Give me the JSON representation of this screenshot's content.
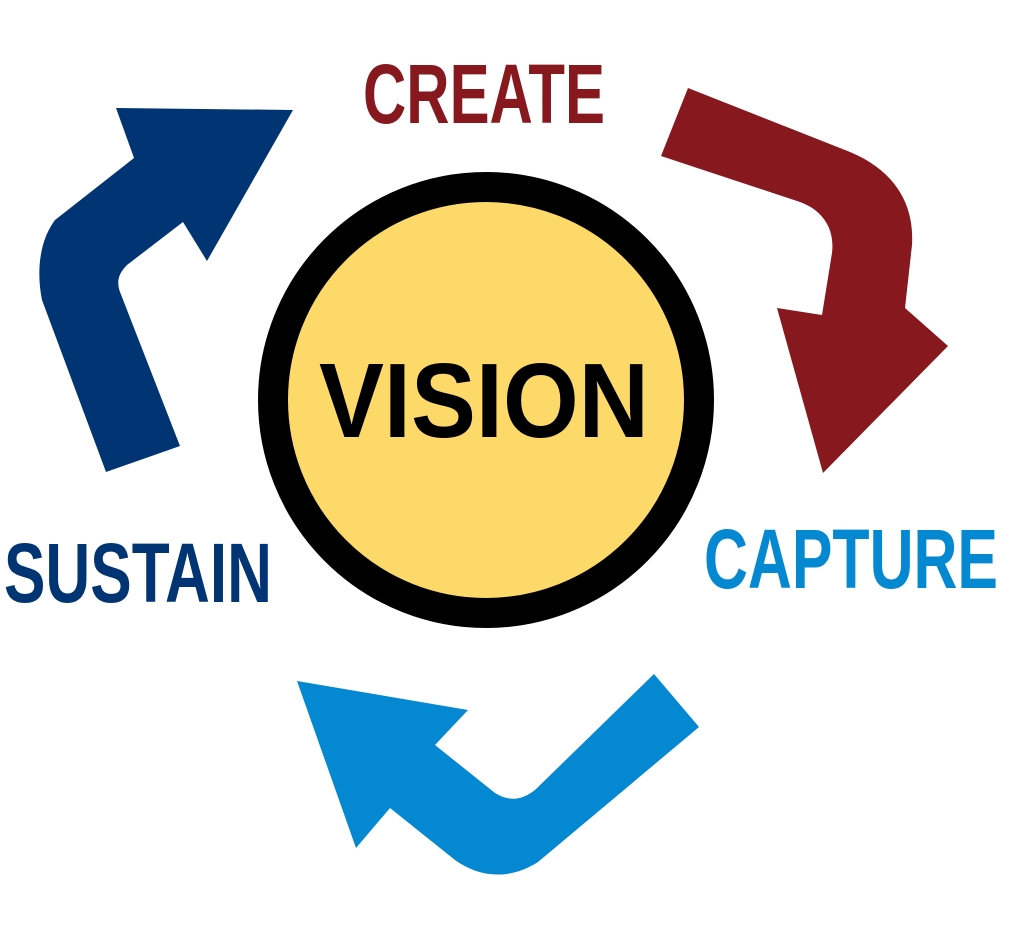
{
  "center": {
    "label": "VISION",
    "fill_color": "#FCD968",
    "ring_color": "#000000",
    "text_color": "#000000"
  },
  "stages": [
    {
      "label": "CREATE",
      "color": "#86181E"
    },
    {
      "label": "CAPTURE",
      "color": "#0388D1"
    },
    {
      "label": "SUSTAIN",
      "color": "#013473"
    }
  ],
  "arrows": [
    {
      "name": "create-to-capture-arrow",
      "color": "#86181E"
    },
    {
      "name": "capture-to-sustain-arrow",
      "color": "#0388D1"
    },
    {
      "name": "sustain-to-create-arrow",
      "color": "#013473"
    }
  ]
}
